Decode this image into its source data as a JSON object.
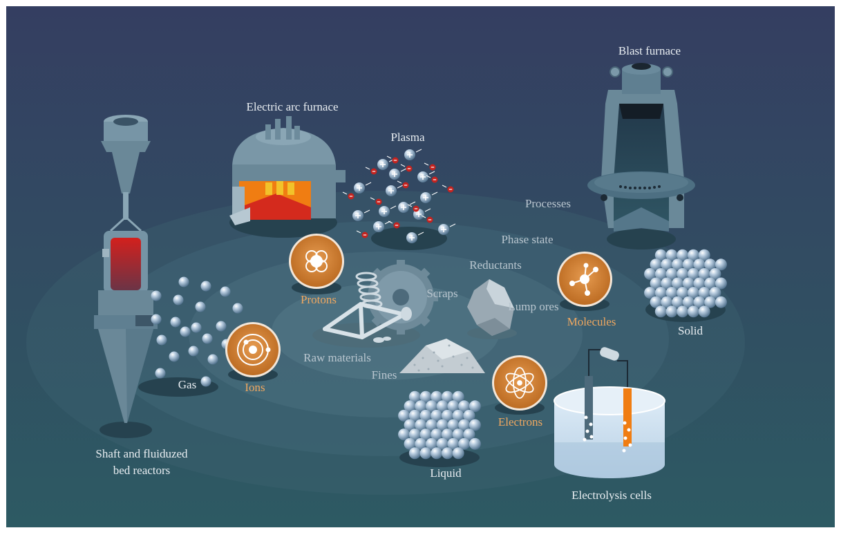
{
  "labels": {
    "blast_furnace": "Blast furnace",
    "electric_arc_furnace": "Electric arc furnace",
    "plasma": "Plasma",
    "processes": "Processes",
    "phase_state": "Phase state",
    "reductants": "Reductants",
    "scraps": "Scraps",
    "lump_ores": "Lump ores",
    "raw_materials": "Raw materials",
    "fines": "Fines",
    "solid": "Solid",
    "liquid": "Liquid",
    "gas": "Gas",
    "shaft_line1": "Shaft and fluiduzed",
    "shaft_line2": "bed reactors",
    "electrolysis_cells": "Electrolysis cells"
  },
  "reductants": {
    "protons": "Protons",
    "ions": "Ions",
    "molecules": "Molecules",
    "electrons": "Electrons"
  },
  "colors": {
    "background_top": "#343e61",
    "background_bottom": "#2d5963",
    "reductant_badge": "#c8782f",
    "reductant_text": "#f0a860",
    "label_text": "#e9eef2",
    "ring_label_text": "#b9c6cf",
    "steel": "#5d7c8e",
    "melt": "#f07d12",
    "hot": "#d42a1d"
  },
  "icons": [
    "blast-furnace-icon",
    "electric-arc-furnace-icon",
    "plasma-particles-icon",
    "shaft-reactor-icon",
    "electrolysis-cell-icon",
    "scrap-metal-icon",
    "lump-ore-icon",
    "fines-pile-icon",
    "proton-icon",
    "ion-atom-icon",
    "molecule-icon",
    "electron-icon"
  ]
}
